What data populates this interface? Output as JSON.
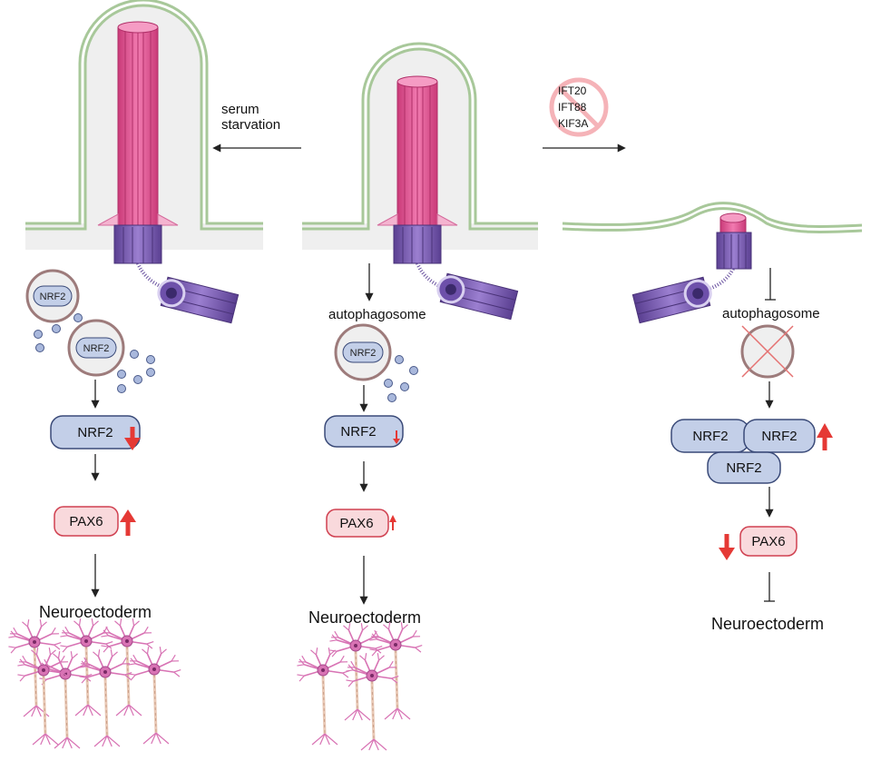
{
  "left": {
    "arrow_label_1": "serum",
    "arrow_label_2": "starvation",
    "vesicle_1": "NRF2",
    "vesicle_2": "NRF2",
    "nrf2": "NRF2",
    "pax6": "PAX6",
    "outcome": "Neuroectoderm"
  },
  "middle": {
    "autophagosome": "autophagosome",
    "vesicle": "NRF2",
    "nrf2": "NRF2",
    "pax6": "PAX6",
    "outcome": "Neuroectoderm"
  },
  "right": {
    "knockdown": [
      "IFT20",
      "IFT88",
      "KIF3A"
    ],
    "autophagosome": "autophagosome",
    "nrf2_a": "NRF2",
    "nrf2_b": "NRF2",
    "nrf2_c": "NRF2",
    "pax6": "PAX6",
    "outcome": "Neuroectoderm"
  },
  "colors": {
    "cilium": "#e8609a",
    "basal_body": "#7b5bb0",
    "membrane": "#a8c89a",
    "nrf2_fill": "#c3cfe8",
    "nrf2_stroke": "#3a4a78",
    "pax6_fill": "#f9d9dc",
    "pax6_stroke": "#d04050",
    "arrow_red": "#e53935",
    "neuron": "#d873b4"
  }
}
